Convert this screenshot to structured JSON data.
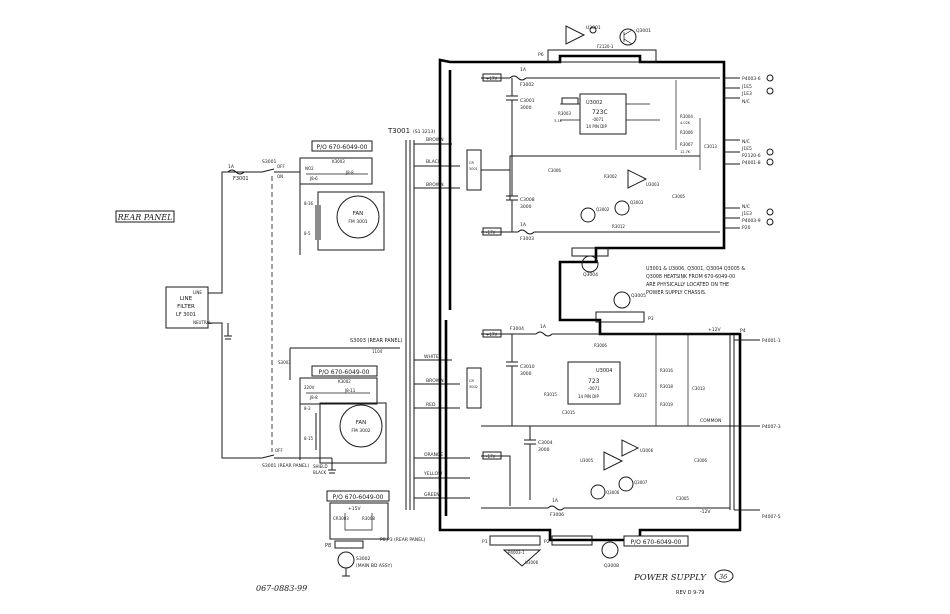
{
  "drawing": {
    "title": "POWER SUPPLY",
    "sheet": "36",
    "revision": "REV D 9-79",
    "doc_number": "067-0883-99",
    "rear_panel": "REAR PANEL"
  },
  "notes": {
    "heatsink": [
      "U3001 & U3006, Q3001, Q3004 Q3005 &",
      "Q3008 HEATSINK FROM 670-6049-00",
      "ARE PHYSICALLY LOCATED ON THE",
      "POWER SUPPLY CHASSIS."
    ]
  },
  "boards": {
    "pn_top": "P/O 670-6049-00",
    "pn_mid": "P/O 670-6049-00",
    "pn_bot": "P/O 670-6049-00",
    "pn_right": "P/O 670-6049-00"
  },
  "line_filter": {
    "lines": [
      "LINE",
      "FILTER",
      "LF 3001"
    ],
    "line_tap": "LINE",
    "neutral_tap": "NEUTRAL"
  },
  "fans": {
    "fan1_label": "FAN",
    "fan1_ref": "FM 3001",
    "fan2_label": "FAN",
    "fan2_ref": "FM 3002"
  },
  "switches": {
    "s3001": "S3001",
    "s3001_rear": "S3001 (REAR PANEL)",
    "s3003_rear": "S3003 (REAR PANEL)",
    "s3003": "S3003",
    "off": "OFF",
    "on": "ON",
    "off2": "OFF"
  },
  "fuses": {
    "f3001": "F3001",
    "f3002": "F3002",
    "f3003": "F3003",
    "f3004": "F3004",
    "f3006": "F3006",
    "rating_1a": "1A"
  },
  "transformer": {
    "ref": "T3001",
    "part": "(S1 3213)",
    "brown_top": "BROWN",
    "black": "BLACK",
    "brown_mid": "BROWN",
    "white": "WHITE",
    "brown_low": "BROWN",
    "red": "RED",
    "orange": "ORANGE",
    "yellow": "YELLOW",
    "green": "GREEN"
  },
  "regulators": {
    "u3002_ref": "U3002",
    "u3002_type": "723C",
    "u3002_part": "-0071",
    "u3002_pkg": "14 PIN DIP",
    "u3004_ref": "U3004",
    "u3004_type": "723",
    "u3004_part": "-0071",
    "u3004_pkg": "14 PIN DIP"
  },
  "semis": {
    "q3001": "Q3001",
    "q3002": "Q3002",
    "q3003": "Q3003",
    "q3004": "Q3004",
    "q3005": "Q3005",
    "q3006": "Q3006",
    "q3007": "Q3007",
    "q3008": "Q3008",
    "u3001": "U3001",
    "u3003": "U3003",
    "u3005": "U3005",
    "u3006": "U3006"
  },
  "caps": {
    "c3001": "C3001",
    "c3001_val": "3000",
    "c3008": "C3008",
    "c3008_val": "3000",
    "c3010": "C3010",
    "c3010_val": "3000",
    "c3004": "C3004",
    "c3004_val": "3000",
    "c3015": "C3015",
    "c3006": "C3006",
    "c3013": "C3013",
    "c3005": "C3005"
  },
  "resistors": {
    "r3002": "R3002",
    "r3003": "R3003",
    "r3004": "R3004",
    "r3006": "R3006",
    "r3007": "R3007",
    "r3012": "R3012",
    "r3015": "R3015",
    "r3016": "R3016",
    "r3017": "R3017",
    "r3018": "R3018",
    "r3019": "R3019"
  },
  "outputs": {
    "p4003_6": "P4003-6",
    "p4003_e": "J1E3",
    "j1e5": "J1E5",
    "j1e3": "J1E3",
    "nc1": "N/C",
    "nc2": "N/C",
    "j1e5b": "J1E5",
    "p2120_6": "P2120-6",
    "p4001_8": "P4001-8",
    "j1e3b": "J1E3",
    "p4003_9": "P4003-9",
    "p20": "P20",
    "pos12": "+12V",
    "neg12": "-12V",
    "common": "COMMON",
    "p4001_1": "P4001-1",
    "p4007_3": "P4007-3",
    "p4007_5": "P4007-5"
  },
  "connectors": {
    "p1": "P1",
    "p2": "P2",
    "p3": "P3",
    "p4": "P4",
    "p8": "P8",
    "j5": "J5",
    "j1": "J1",
    "j2": "J2",
    "j3": "J3",
    "p_note": "P8,P3 (REAR PANEL)",
    "main_bd": "(MAIN BD ASSY)",
    "s3002": "S3002",
    "pa_top": "P6"
  },
  "small_board": {
    "line1": "+15V",
    "cr": "CR3003",
    "r": "R3008",
    "gnd": "GND"
  }
}
